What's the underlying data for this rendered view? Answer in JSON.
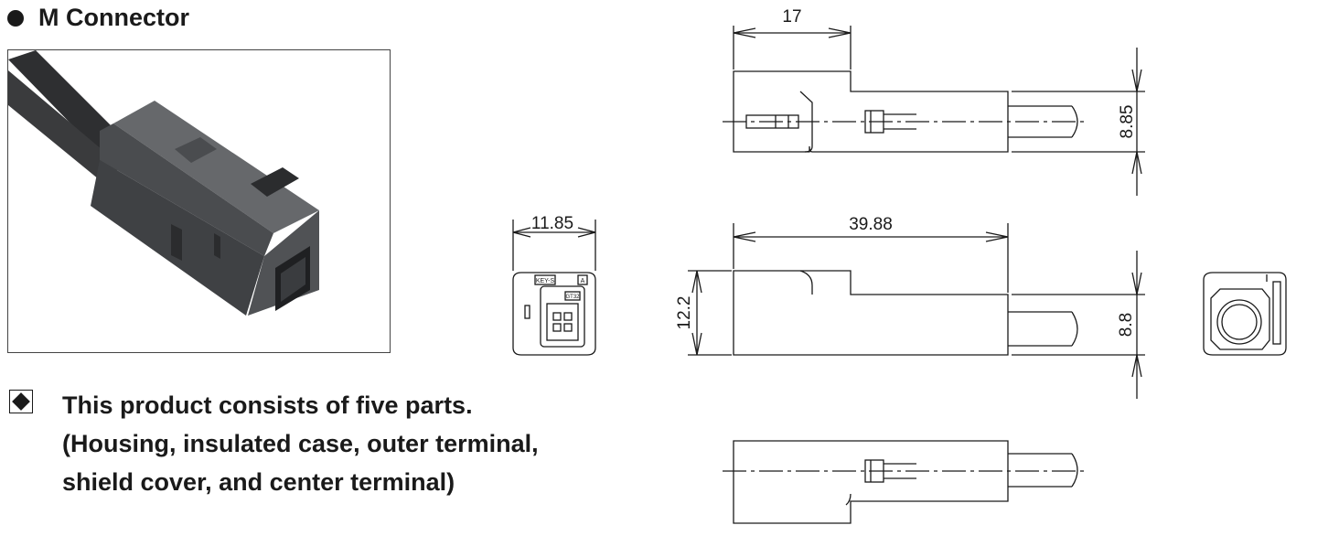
{
  "title": "M Connector",
  "note": {
    "lines": [
      "This product consists of five parts.",
      "(Housing, insulated case, outer terminal,",
      "shield cover, and center terminal)"
    ]
  },
  "dimensions": {
    "top_width": "17",
    "top_height": "8.85",
    "front_width": "11.85",
    "side_length": "39.88",
    "side_height_left": "12.2",
    "side_height_right": "8.8"
  },
  "front_labels": {
    "key": "KEY-S",
    "corner": "A",
    "small": "GT32"
  },
  "colors": {
    "line": "#1a1a1a",
    "photo_body": "#55575a",
    "cable": "#2e2f31"
  }
}
